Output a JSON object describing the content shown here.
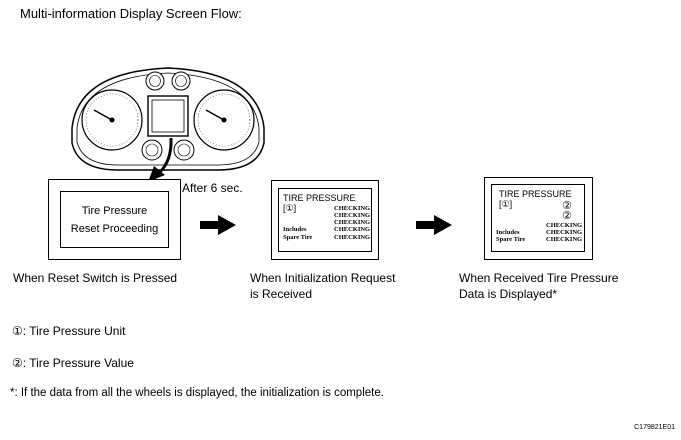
{
  "title": "Multi-information Display Screen Flow:",
  "after_label": "After 6 sec.",
  "screen1": {
    "line1": "Tire Pressure",
    "line2": "Reset Proceeding"
  },
  "screen2": {
    "header": "TIRE PRESSURE [",
    "header_end": "]",
    "unit_symbol": "①",
    "checking": [
      "CHECKING",
      "CHECKING",
      "CHECKING",
      "CHECKING",
      "CHECKING"
    ],
    "includes": "Includes",
    "spare": "Spare Tire"
  },
  "screen3": {
    "header": "TIRE PRESSURE [",
    "header_end": "]",
    "unit_symbol": "①",
    "value_symbols": [
      "②",
      "②"
    ],
    "checking": [
      "CHECKING",
      "CHECKING",
      "CHECKING"
    ],
    "includes": "Includes",
    "spare": "Spare Tire"
  },
  "captions": {
    "c1": "When Reset Switch is Pressed",
    "c2a": "When Initialization Request",
    "c2b": "is Received",
    "c3a": "When Received Tire Pressure",
    "c3b": "Data is Displayed*"
  },
  "legend": [
    {
      "symbol": "①",
      "text": ": Tire Pressure Unit"
    },
    {
      "symbol": "②",
      "text": ": Tire Pressure Value"
    }
  ],
  "note": "*: If the data from all the wheels is displayed, the initialization is complete.",
  "figure_code": "C179821E01"
}
